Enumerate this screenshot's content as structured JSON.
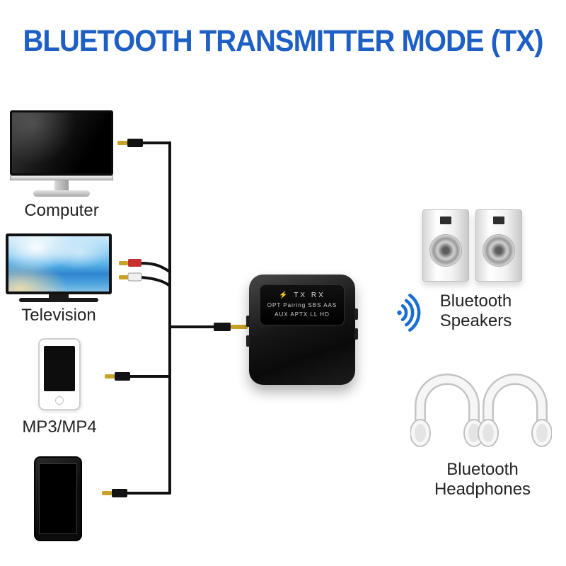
{
  "title": {
    "text": "BLUETOOTH TRANSMITTER MODE (TX)",
    "color": "#1d5fc4"
  },
  "sources": {
    "computer": {
      "label": "Computer"
    },
    "television": {
      "label": "Television"
    },
    "mp3": {
      "label": "MP3/MP4"
    },
    "tablet": {
      "label": ""
    }
  },
  "transmitter": {
    "display": {
      "line1": "⚡ TX RX",
      "line2": "OPT Pairing SBS AAS",
      "line3": "AUX APTX LL HD"
    }
  },
  "outputs": {
    "speakers": {
      "label_line1": "Bluetooth",
      "label_line2": "Speakers"
    },
    "headphones": {
      "label_line1": "Bluetooth",
      "label_line2": "Headphones"
    }
  },
  "icons": {
    "wireless_wave": "bluetooth-signal-waves",
    "plug_35mm": "aux-plug",
    "plug_rca_red": "rca-plug-red",
    "plug_rca_white": "rca-plug-white"
  },
  "colors": {
    "title_blue": "#1d5fc4",
    "wave_blue": "#1a6ed2",
    "cable_black": "#121212",
    "plug_gold": "#c9a227",
    "rca_red": "#c43030"
  }
}
